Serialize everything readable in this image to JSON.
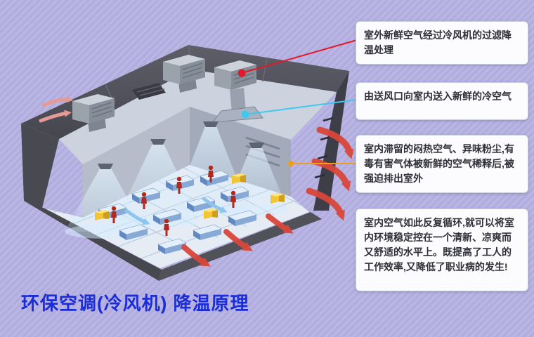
{
  "background": {
    "base_color": "#b2addc",
    "stripe_color": "#bab6e5"
  },
  "title": {
    "text": "环保空调(冷风机)  降温原理",
    "color": "#1b2dd6"
  },
  "callouts": [
    {
      "text": "室外新鲜空气经过冷风机的过滤降温处理",
      "connector_color": "#e2192b"
    },
    {
      "text": "由送风口向室内送入新鲜的冷空气",
      "connector_color": "#3fc8ee"
    },
    {
      "text": "室内滞留的闷热空气、异味粉尘,有毒有害气体被新鲜的空气稀释后,被强迫排出室外",
      "connector_color": "#f29b1d"
    },
    {
      "text": "室内空气如此反复循环,就可以将室内环境稳定控在一个清新、凉爽而又舒适的水平上。既提高了工人的工作效率,又降低了职业病的发生!",
      "connector_color": ""
    }
  ],
  "diagram_colors": {
    "roof": "#54545e",
    "outer_wall": "#3e3e48",
    "interior_wall": "#a3abbb",
    "floor": "#e6ecf4",
    "cool_air_cone": "#d7eeff",
    "exhaust_arrow": "#d9473a",
    "intake_arrow": "#e59a96",
    "supply_arrow": "#8fc4ec",
    "machine_yellow": "#f2c437",
    "worker_red": "#b5281e"
  }
}
